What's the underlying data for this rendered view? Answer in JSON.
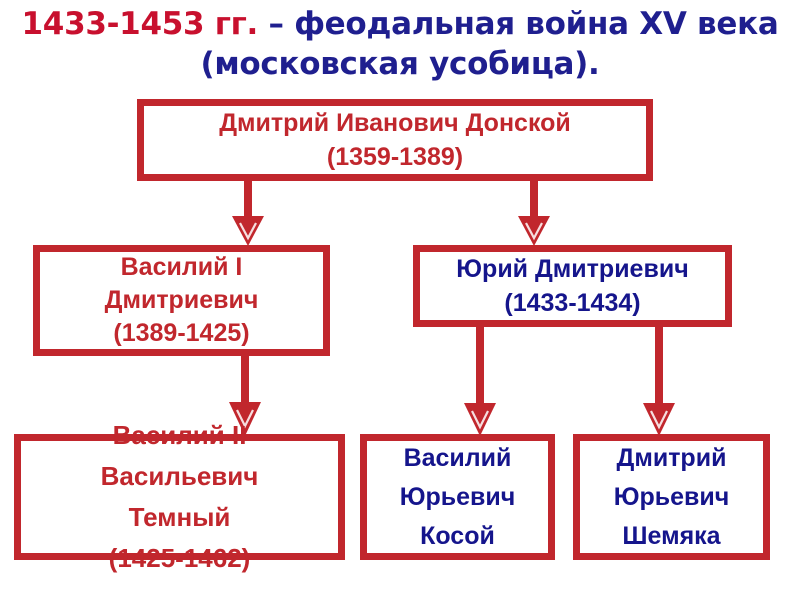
{
  "title": {
    "name": "slide-title",
    "part_red": "1433-1453 гг.",
    "part_blue": " – феодальная война XV века\n(московская усобица).",
    "color_red": "#C8102E",
    "color_blue": "#1F1F8F"
  },
  "palette": {
    "box_border": "#C1272D",
    "text_red": "#C1272D",
    "text_blue": "#15158C",
    "arrow": "#C1272D",
    "background": "#FFFFFF"
  },
  "nodes": [
    {
      "id": "root",
      "label": "Дмитрий Иванович Донской\n(1359-1389)",
      "name": "Дмитрий Иванович Донской",
      "dates": "1359-1389",
      "text_color": "red"
    },
    {
      "id": "vasily1",
      "label": "Василий I\nДмитриевич\n(1389-1425)",
      "name": "Василий I Дмитриевич",
      "dates": "1389-1425",
      "text_color": "red"
    },
    {
      "id": "yuri",
      "label": "Юрий Дмитриевич\n(1433-1434)",
      "name": "Юрий Дмитриевич",
      "dates": "1433-1434",
      "text_color": "blue"
    },
    {
      "id": "vasily2",
      "label": "Василий II\nВасильевич\nТемный\n(1425-1462)",
      "name": "Василий II Васильевич Темный",
      "dates": "1425-1462",
      "text_color": "red"
    },
    {
      "id": "kosoy",
      "label": "Василий\nЮрьевич\nКосой",
      "name": "Василий Юрьевич Косой",
      "dates": "",
      "text_color": "blue"
    },
    {
      "id": "shemyaka",
      "label": "Дмитрий\nЮрьевич\nШемяка",
      "name": "Дмитрий Юрьевич Шемяка",
      "dates": "",
      "text_color": "blue"
    }
  ],
  "connectors": [
    {
      "id": "root-to-vasily1",
      "from": "root",
      "to": "vasily1",
      "icon": "down-arrow-icon"
    },
    {
      "id": "root-to-yuri",
      "from": "root",
      "to": "yuri",
      "icon": "down-arrow-icon"
    },
    {
      "id": "vasily1-to-vasily2",
      "from": "vasily1",
      "to": "vasily2",
      "icon": "down-arrow-icon"
    },
    {
      "id": "yuri-to-kosoy",
      "from": "yuri",
      "to": "kosoy",
      "icon": "down-arrow-icon"
    },
    {
      "id": "yuri-to-shemyaka",
      "from": "yuri",
      "to": "shemyaka",
      "icon": "down-arrow-icon"
    }
  ]
}
